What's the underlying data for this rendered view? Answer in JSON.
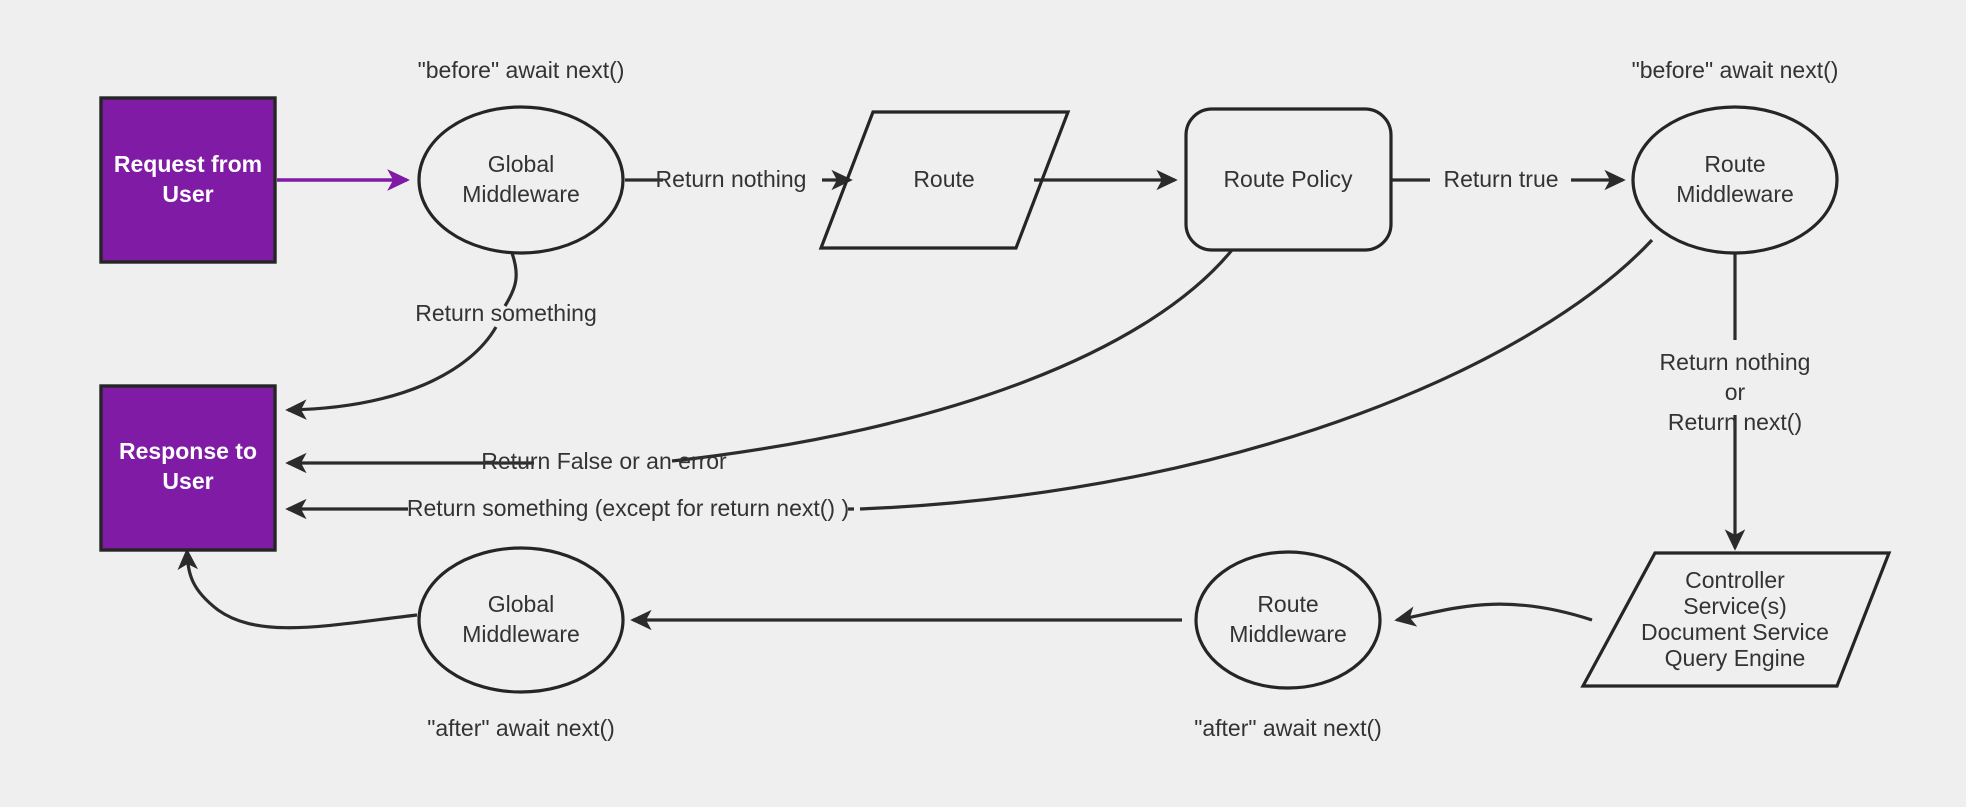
{
  "diagram": {
    "title": "Request / Response middleware flow",
    "background_color": "#efefef",
    "accent_color": "#7f1ba5",
    "stroke_color": "#252525",
    "nodes": {
      "request_from_user": {
        "line1": "Request from",
        "line2": "User"
      },
      "global_middleware_before": {
        "line1": "Global",
        "line2": "Middleware"
      },
      "route": {
        "line1": "Route"
      },
      "route_policy": {
        "line1": "Route Policy"
      },
      "route_middleware_before": {
        "line1": "Route",
        "line2": "Middleware"
      },
      "controller": {
        "line1": "Controller",
        "line2": "Service(s)",
        "line3": "Document Service",
        "line4": "Query Engine"
      },
      "route_middleware_after": {
        "line1": "Route",
        "line2": "Middleware"
      },
      "global_middleware_after": {
        "line1": "Global",
        "line2": "Middleware"
      },
      "response_to_user": {
        "line1": "Response to",
        "line2": "User"
      }
    },
    "annotations": {
      "before_global": "\"before\" await next()",
      "before_route_mw": "\"before\" await next()",
      "after_global": "\"after\" await next()",
      "after_route_mw": "\"after\" await next()"
    },
    "edge_labels": {
      "return_something_global": "Return something",
      "return_nothing": "Return nothing",
      "return_true": "Return true",
      "return_nothing_or_next_line1": "Return nothing",
      "return_nothing_or_next_line2": "or",
      "return_nothing_or_next_line3": "Return next()",
      "return_false_or_error": "Return False or an error",
      "return_something_except_next": "Return something (except for return next() )"
    }
  }
}
